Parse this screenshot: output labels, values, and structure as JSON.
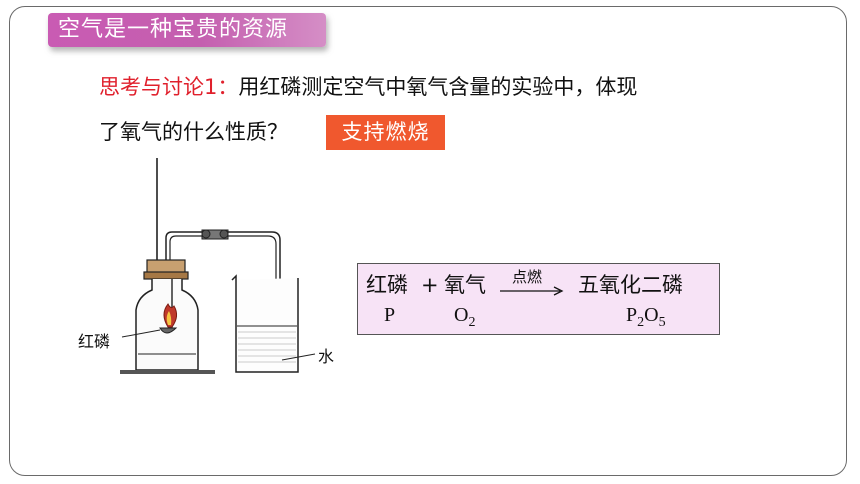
{
  "title": "空气是一种宝贵的资源",
  "question": {
    "label": "思考与讨论1：",
    "line1_rest": "用红磷测定空气中氧气含量的实验中，体现",
    "line2": "了氧气的什么性质？"
  },
  "answer": "支持燃烧",
  "apparatus": {
    "label_phosphorus": "红磷",
    "label_water": "水"
  },
  "equation": {
    "reactant1": "红磷",
    "plus": "+",
    "reactant2": "氧气",
    "condition": "点燃",
    "product": "五氧化二磷",
    "formula_p": "P",
    "formula_o2": "O",
    "formula_o2_sub": "2",
    "formula_p2o5_p": "P",
    "formula_p2o5_p_sub": "2",
    "formula_p2o5_o": "O",
    "formula_p2o5_o_sub": "5"
  },
  "colors": {
    "title_bg": "#c95bb3",
    "question_label": "#e0202c",
    "answer_bg": "#f0582e",
    "equation_bg": "#f7e3f6"
  }
}
